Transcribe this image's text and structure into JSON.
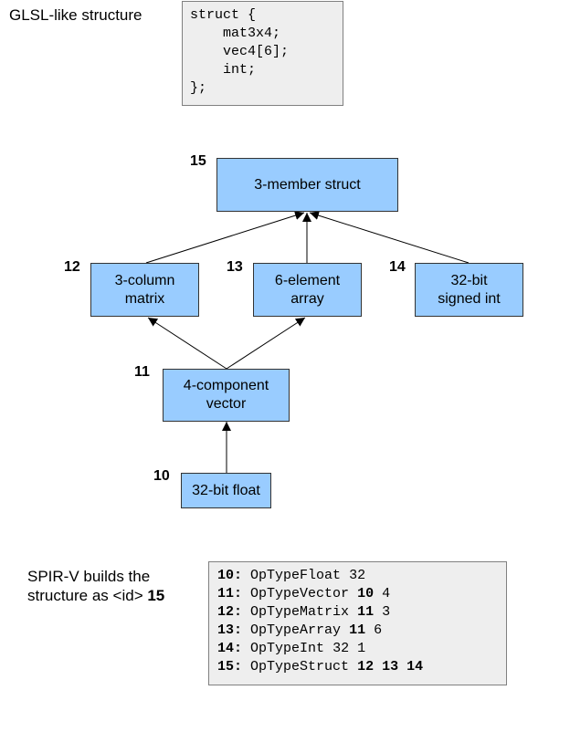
{
  "glsl": {
    "title": "GLSL-like structure",
    "code": [
      "struct {",
      "    mat3x4;",
      "    vec4[6];",
      "    int;",
      "};"
    ]
  },
  "nodes": {
    "n15": {
      "id": "15",
      "label": "3-member struct"
    },
    "n12": {
      "id": "12",
      "label": "3-column\nmatrix"
    },
    "n13": {
      "id": "13",
      "label": "6-element\narray"
    },
    "n14": {
      "id": "14",
      "label": "32-bit\nsigned int"
    },
    "n11": {
      "id": "11",
      "label": "4-component\nvector"
    },
    "n10": {
      "id": "10",
      "label": "32-bit float"
    }
  },
  "caption": {
    "line1": "SPIR-V builds the",
    "line2_prefix": "structure as <id> ",
    "line2_id": "15"
  },
  "spirv": [
    {
      "id": "10:",
      "op": "OpTypeFloat",
      "args": [
        {
          "t": "32",
          "bold": false
        }
      ]
    },
    {
      "id": "11:",
      "op": "OpTypeVector",
      "args": [
        {
          "t": "10",
          "bold": true
        },
        {
          "t": "4",
          "bold": false
        }
      ]
    },
    {
      "id": "12:",
      "op": "OpTypeMatrix",
      "args": [
        {
          "t": "11",
          "bold": true
        },
        {
          "t": "3",
          "bold": false
        }
      ]
    },
    {
      "id": "13:",
      "op": "OpTypeArray",
      "args": [
        {
          "t": "11",
          "bold": true
        },
        {
          "t": "6",
          "bold": false
        }
      ]
    },
    {
      "id": "14:",
      "op": "OpTypeInt",
      "args": [
        {
          "t": "32",
          "bold": false
        },
        {
          "t": "1",
          "bold": false
        }
      ]
    },
    {
      "id": "15:",
      "op": "OpTypeStruct",
      "args": [
        {
          "t": "12",
          "bold": true
        },
        {
          "t": "13",
          "bold": true
        },
        {
          "t": "14",
          "bold": true
        }
      ]
    }
  ]
}
